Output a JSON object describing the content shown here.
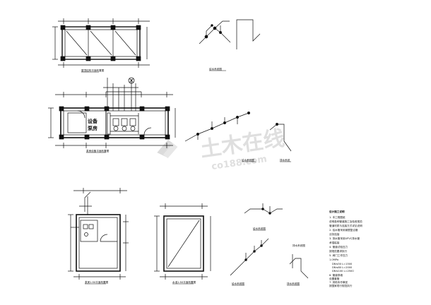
{
  "drawing": {
    "panel_titles": {
      "top_plan": "屋顶结构平面布置图",
      "iso_top": "给水系统图",
      "main_plan": "泵房设备平面布置图",
      "iso_mid_left": "给水系统图",
      "iso_mid_right": "排水系统",
      "plan_lower_left": "泵房1:50平面布置图",
      "plan_lower_mid": "水池1:50平面布置图",
      "iso_lower": "给水系统图",
      "iso_lower_small": "排水系统图",
      "iso_bottom_left": "给水系统图",
      "iso_bottom_right": "排水系统图"
    },
    "room_label_1": "设备",
    "room_label_2": "泵房",
    "notes": {
      "title": "设计施工说明",
      "lines": [
        "1. 本工程图纸",
        "   说明各种管道施工及验收规范",
        "   管道材质与连接方式详见说明",
        "2. 给水管采用钢塑复合管",
        "   丝扣连接",
        "3. 排水管采用UPVC排水管",
        "   承插粘接",
        "4. 管道试验压力",
        "   按规范要求执行",
        "5. 阀门工作压力",
        "   1.0MPa",
        "DN≤50  L=1500",
        "DN≤80  L=2000",
        "DN≤100 L=2500",
        "6. 管道穿墙",
        "   设置套管",
        "7. 其他未尽事宜",
        "   按国家现行规范执行"
      ]
    },
    "watermark": {
      "cn": "土木在线",
      "en": "co188.com"
    }
  }
}
